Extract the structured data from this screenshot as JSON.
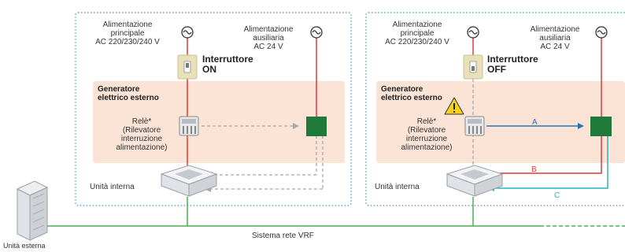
{
  "left_panel": {
    "main_power": [
      "Alimentazione",
      "principale",
      "AC 220/230/240 V"
    ],
    "aux_power": [
      "Alimentazione",
      "ausiliaria",
      "AC 24 V"
    ],
    "switch_label": [
      "Interruttore",
      "ON"
    ],
    "generator_label": [
      "Generatore",
      "elettrico esterno"
    ],
    "relay_label": [
      "Relè*",
      "(Rilevatore",
      "interruzione",
      "alimentazione)"
    ],
    "indoor_unit_label": "Unità interna"
  },
  "right_panel": {
    "main_power": [
      "Alimentazione",
      "principale",
      "AC 220/230/240 V"
    ],
    "aux_power": [
      "Alimentazione",
      "ausiliaria",
      "AC 24 V"
    ],
    "switch_label": [
      "Interruttore",
      "OFF"
    ],
    "generator_label": [
      "Generatore",
      "elettrico esterno"
    ],
    "relay_label": [
      "Relè*",
      "(Rilevatore",
      "interruzione",
      "alimentazione)"
    ],
    "indoor_unit_label": "Unità interna",
    "flow_labels": [
      "A",
      "B",
      "C"
    ]
  },
  "network_label": "Sistema rete VRF",
  "outdoor_unit_label": "Unità esterna",
  "colors": {
    "power_line": "#e03a3a",
    "network_line": "#4caf50",
    "signal_a": "#2f6fb5",
    "signal_c": "#29b3c2",
    "generator_bg": "#fbe3d6",
    "controller": "#1f7a3a",
    "switch_box": "#e8e0b8",
    "panel_border": "#3a8fc0",
    "dashed_inactive": "#a8a8a8"
  },
  "icons": [
    "ac-source-icon",
    "warning-icon",
    "relay-icon",
    "switch-icon",
    "controller-box-icon",
    "cassette-indoor-unit-icon",
    "outdoor-unit-icon"
  ]
}
